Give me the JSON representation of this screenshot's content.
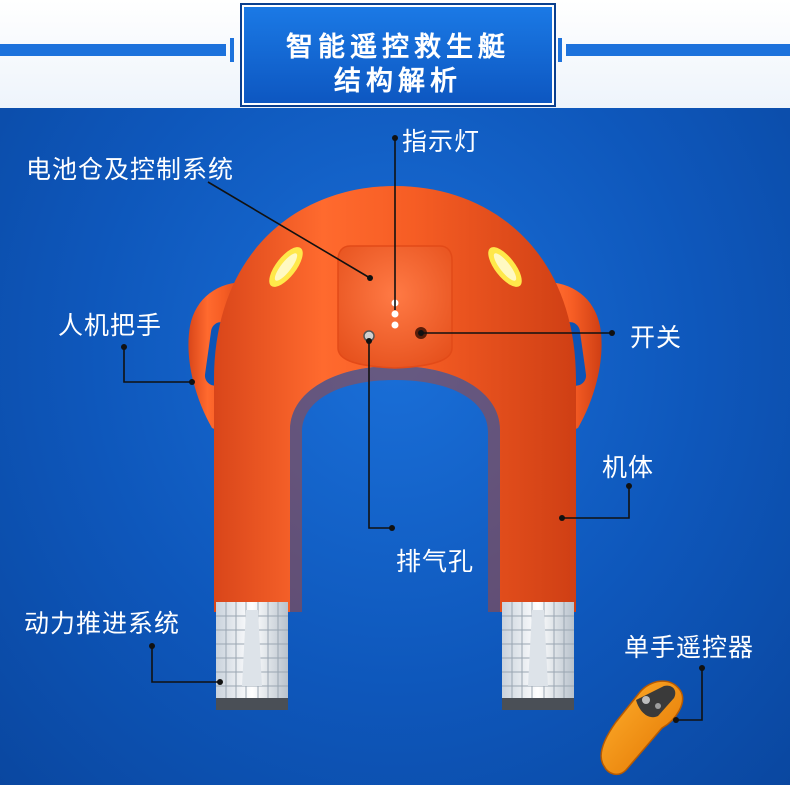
{
  "title": {
    "line1": "智能遥控救生艇",
    "line2": "结构解析"
  },
  "labels": {
    "indicator": "指示灯",
    "battery": "电池仓及控制系统",
    "handle": "人机把手",
    "switch": "开关",
    "body": "机体",
    "vent": "排气孔",
    "propulsion": "动力推进系统",
    "remote": "单手遥控器"
  },
  "colors": {
    "background": "#0e57bb",
    "banner": "#ffffff",
    "title_box": "#1266d2",
    "hull_orange": "#f25a23",
    "leader_line": "#111111",
    "label_text": "#ffffff"
  }
}
